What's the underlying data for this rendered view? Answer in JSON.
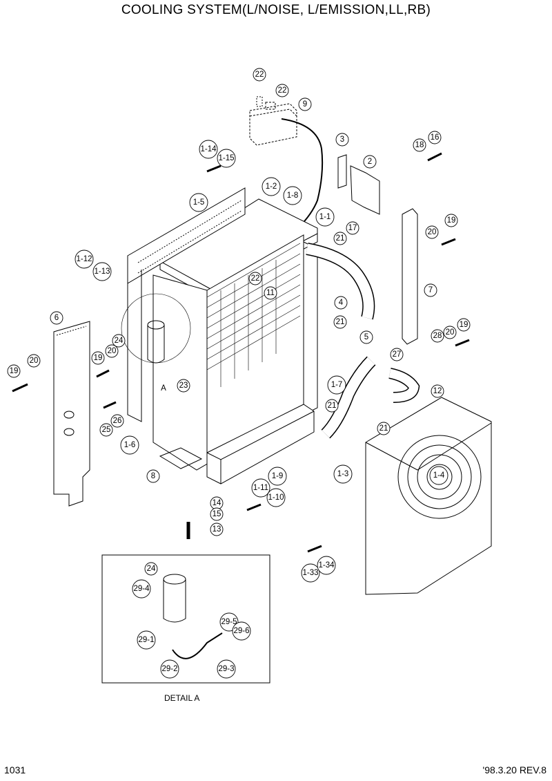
{
  "title": "COOLING SYSTEM(L/NOISE, L/EMISSION,LL,RB)",
  "detail_label": "DETAIL A",
  "detail_marker": "A",
  "page_number": "1031",
  "revision": "'98.3.20 REV.8",
  "callouts": [
    "22",
    "22",
    "9",
    "1-14",
    "1-15",
    "3",
    "2",
    "18",
    "16",
    "1-2",
    "1-8",
    "1-5",
    "1-1",
    "17",
    "20",
    "19",
    "21",
    "1-12",
    "1-13",
    "22",
    "11",
    "4",
    "7",
    "21",
    "6",
    "5",
    "28",
    "20",
    "19",
    "24",
    "20",
    "19",
    "27",
    "19",
    "20",
    "A",
    "23",
    "12",
    "1-7",
    "21",
    "26",
    "25",
    "21",
    "1-6",
    "1-3",
    "1-4",
    "8",
    "1-9",
    "1-11",
    "1-10",
    "14",
    "15",
    "13",
    "1-33",
    "1-34",
    "24",
    "29-4",
    "29-5",
    "29-6",
    "29-1",
    "29-2",
    "29-3"
  ]
}
